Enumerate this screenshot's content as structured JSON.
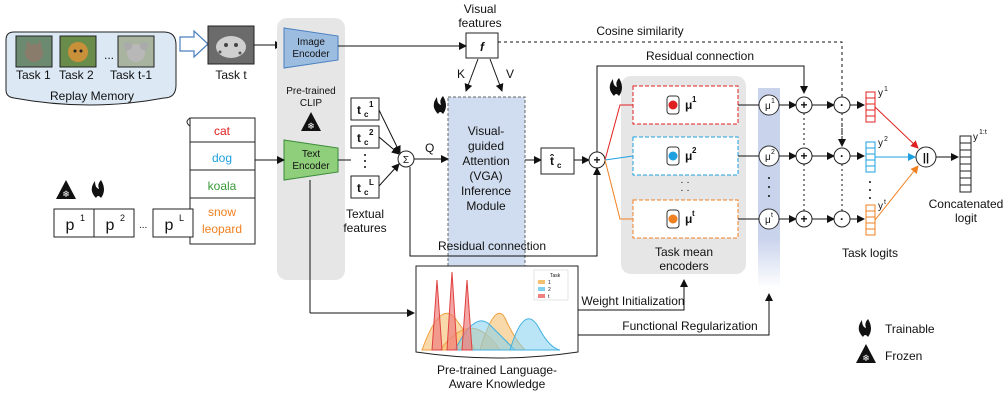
{
  "replay_memory": {
    "label": "Replay Memory",
    "tasks": [
      "Task 1",
      "Task 2",
      "Task t-1"
    ],
    "ellipsis": "..."
  },
  "current_task": {
    "label": "Task t"
  },
  "clip": {
    "label_line1": "Pre-trained",
    "label_line2": "CLIP",
    "image_encoder": [
      "Image",
      "Encoder"
    ],
    "text_encoder": [
      "Text",
      "Encoder"
    ]
  },
  "visual_features": {
    "label_line1": "Visual",
    "label_line2": "features",
    "symbol": "f"
  },
  "cosine_similarity": "Cosine similarity",
  "residual_top": "Residual connection",
  "residual_bottom": "Residual connection",
  "kv": {
    "k": "K",
    "v": "V",
    "q": "Q"
  },
  "vga": {
    "lines": [
      "Visual-",
      "guided",
      "Attention",
      "(VGA)",
      "Inference",
      "Module"
    ]
  },
  "class_names": [
    {
      "text": "cat",
      "color": "#e02020"
    },
    {
      "text": "dog",
      "color": "#1ea0e0"
    },
    {
      "text": "koala",
      "color": "#3a9a3a"
    },
    {
      "text": "snow",
      "color": "#f08020"
    },
    {
      "text": "leopard",
      "color": "#f08020"
    }
  ],
  "prompts": {
    "p1": "p",
    "p1_sup": "1",
    "p2": "p",
    "p2_sup": "2",
    "pl": "p",
    "pl_sup": "L",
    "dots": "..."
  },
  "textual_features": {
    "label_line1": "Textual",
    "label_line2": "features",
    "tokens": [
      {
        "base": "t",
        "sub": "c",
        "sup": "1"
      },
      {
        "base": "t",
        "sub": "c",
        "sup": "2"
      },
      {
        "base": "t",
        "sub": "c",
        "sup": "L"
      }
    ],
    "sum_symbol": "Σ",
    "vdots": "·"
  },
  "tc_hat": {
    "base": "t̂",
    "sub": "c"
  },
  "task_mean_encoders": {
    "label_line1": "Task mean",
    "label_line2": "encoders",
    "mus": [
      {
        "mu": "μ",
        "sup": "1",
        "color": "#e02020"
      },
      {
        "mu": "μ",
        "sup": "2",
        "color": "#1ea0e0"
      },
      {
        "mu": "μ",
        "sup": "t",
        "color": "#f08020"
      }
    ]
  },
  "mu_column": [
    {
      "sup": "1"
    },
    {
      "sup": "2"
    },
    {
      "sup": "t"
    }
  ],
  "ops": {
    "plus": "+",
    "dot": "·",
    "concat": "||"
  },
  "task_logits": {
    "label": "Task logits",
    "ys": [
      {
        "y": "y",
        "sup": "1",
        "color": "#e02020"
      },
      {
        "y": "y",
        "sup": "2",
        "color": "#1ea0e0"
      },
      {
        "y": "y",
        "sup": "t",
        "color": "#f08020"
      }
    ]
  },
  "concatenated": {
    "label_line1": "Concatenated",
    "label_line2": "logit",
    "y": "y",
    "sup": "1:t"
  },
  "weight_init": "Weight Initialization",
  "functional_reg": "Functional Regularization",
  "knowledge": {
    "label_line1": "Pre-trained Language-",
    "label_line2": "Aware Knowledge",
    "legend_title": "Task",
    "legend_items": [
      {
        "name": "1",
        "color": "#f5c070"
      },
      {
        "name": "2",
        "color": "#80d0f0"
      },
      {
        "name": "t",
        "color": "#f08080"
      }
    ]
  },
  "legend": {
    "trainable": "Trainable",
    "frozen": "Frozen"
  },
  "colors": {
    "red": "#e02020",
    "blue": "#1ea0e0",
    "orange": "#f08020",
    "green": "#3a9a3a",
    "encoder_blue": "#9dbde0",
    "encoder_green": "#8fce7a",
    "memory_fill": "#dce9f5",
    "vga_fill": "#d0dcef",
    "clip_fill": "#e6e6e6",
    "encoders_fill": "#e6e6e6"
  }
}
